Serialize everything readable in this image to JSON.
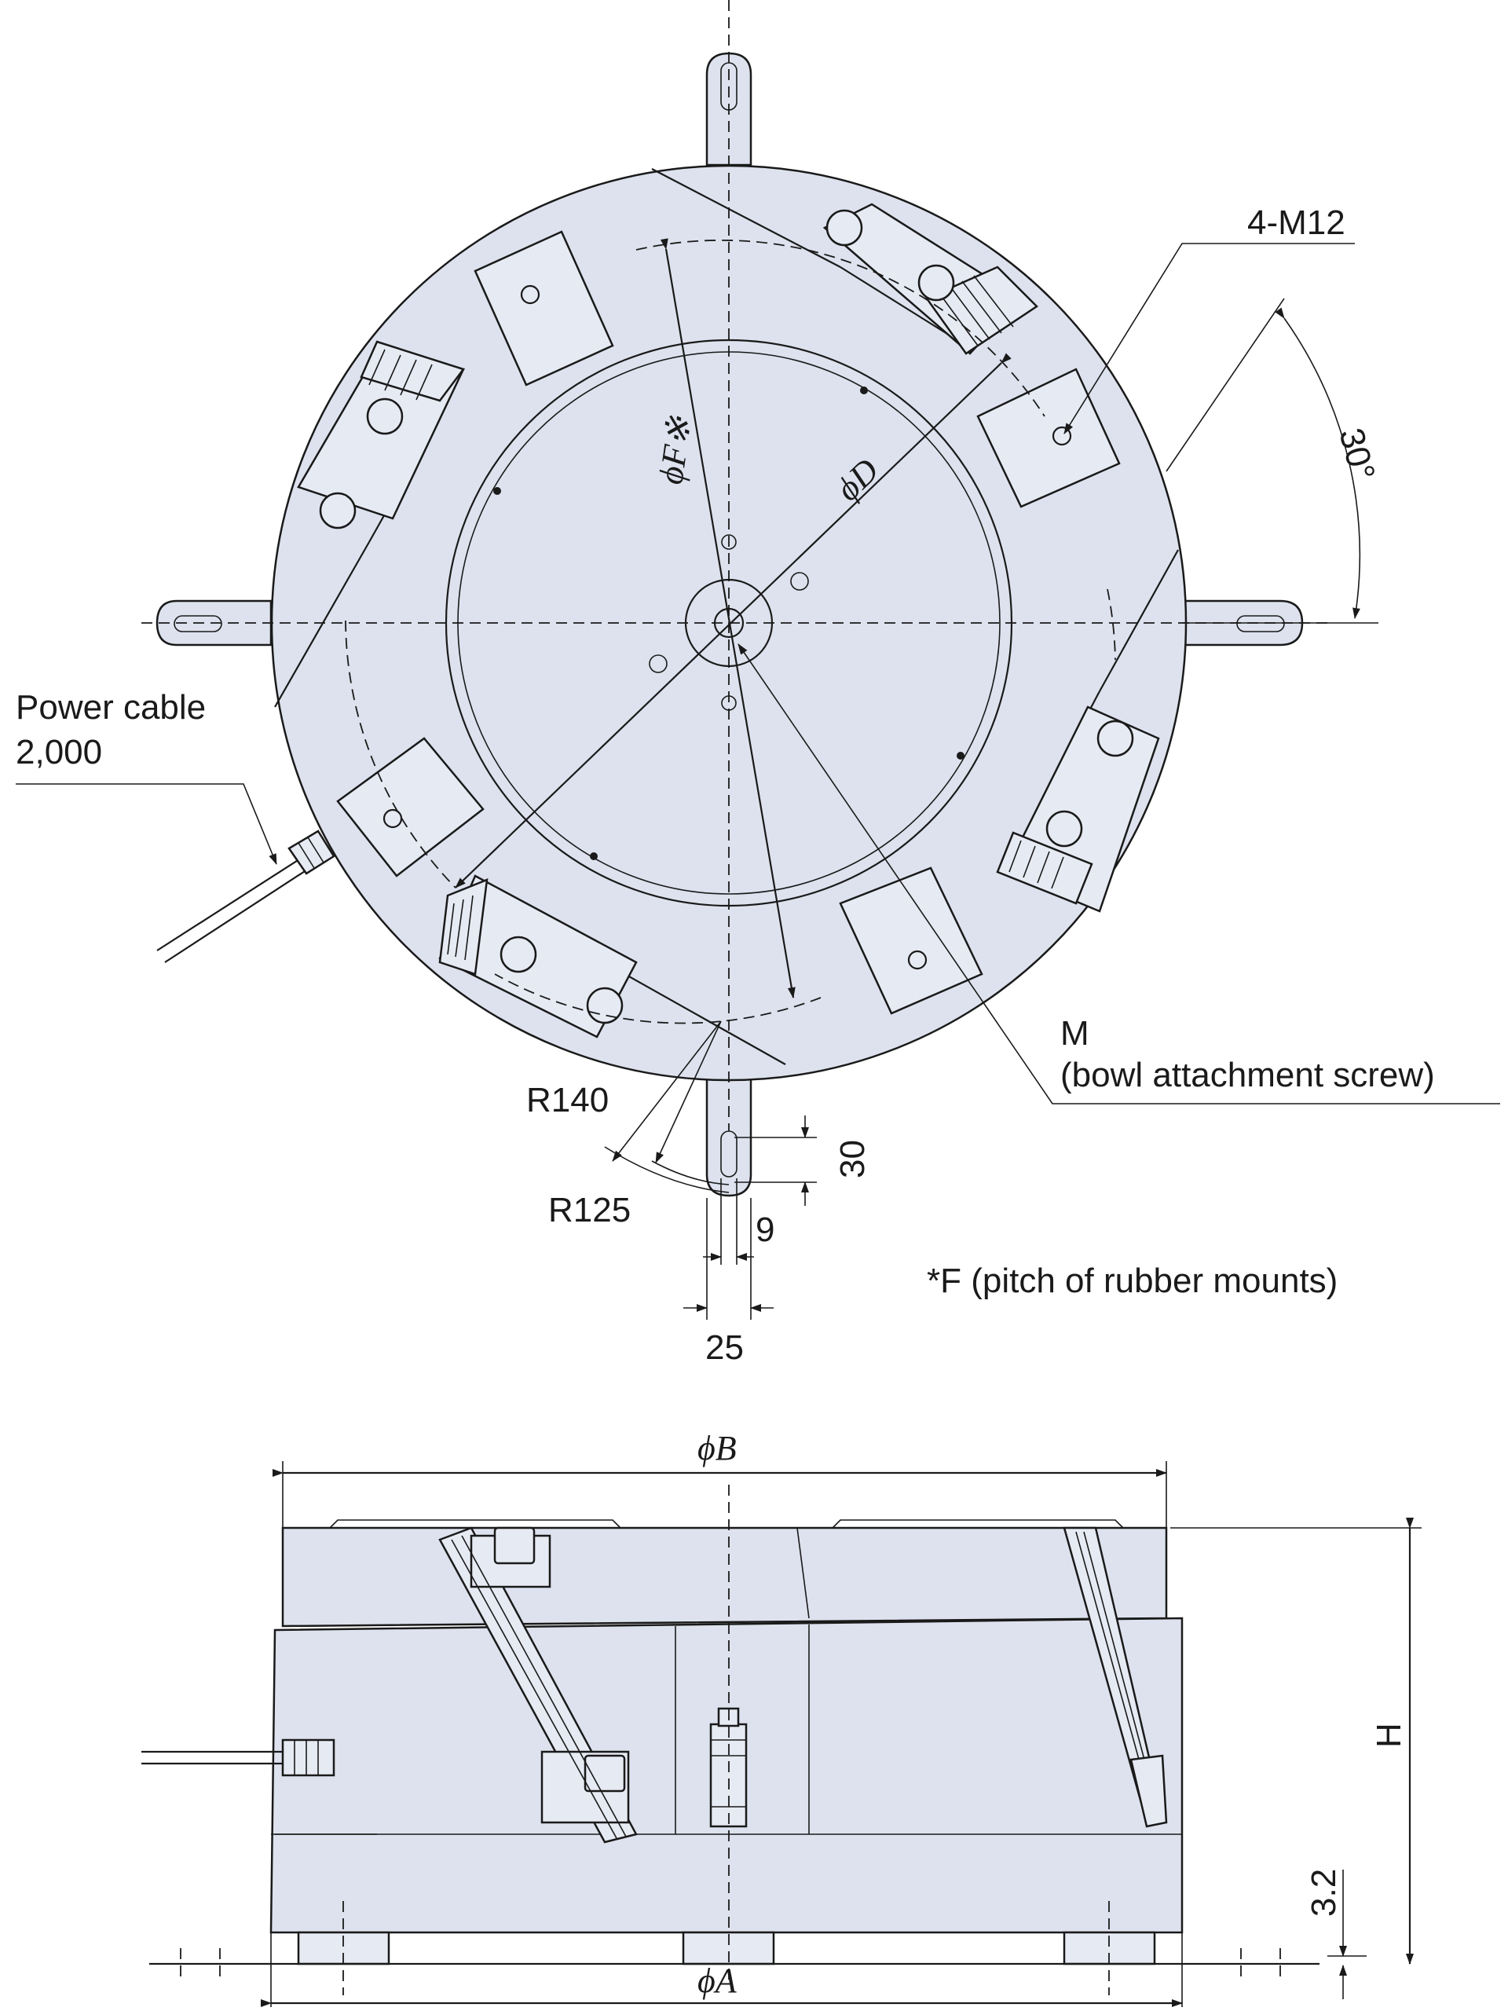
{
  "labels": {
    "screw": "4-M12",
    "angle": "30°",
    "phi_f": "ϕF※",
    "phi_d": "ϕD",
    "power_cable_1": "Power cable",
    "power_cable_2": "2,000",
    "m_1": "M",
    "m_2": "(bowl attachment screw)",
    "r140": "R140",
    "r125": "R125",
    "dim_30": "30",
    "dim_9": "9",
    "dim_25": "25",
    "footnote": "*F (pitch of rubber mounts)",
    "phi_b": "ϕB",
    "dim_h": "H",
    "dim_32": "3.2",
    "phi_a": "ϕA"
  },
  "colors": {
    "body": "#dde2ee",
    "line": "#1a1a1a"
  }
}
